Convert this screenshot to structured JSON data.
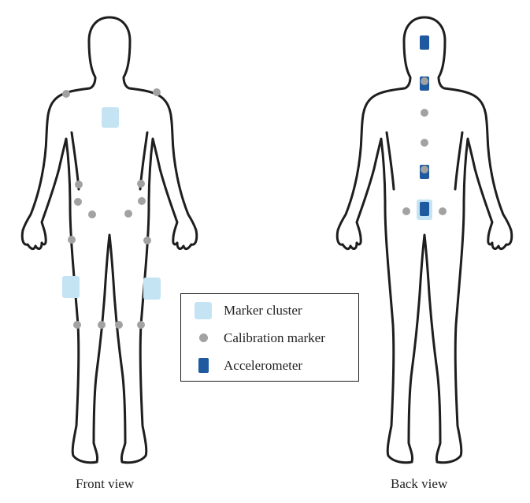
{
  "figure": {
    "front_caption": "Front view",
    "back_caption": "Back view"
  },
  "legend": {
    "items": [
      {
        "symbol": "marker-cluster",
        "label": "Marker cluster"
      },
      {
        "symbol": "calibration-marker",
        "label": "Calibration marker"
      },
      {
        "symbol": "accelerometer",
        "label": "Accelerometer"
      }
    ]
  },
  "colors": {
    "marker_cluster": "#c4e4f4",
    "calibration_marker": "#a2a2a2",
    "accelerometer": "#1f5aa0",
    "outline": "#1e1e1e"
  }
}
